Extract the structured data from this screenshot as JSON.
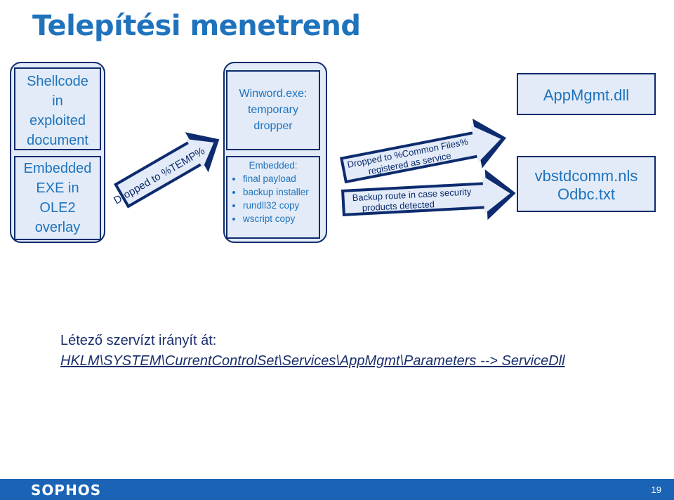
{
  "title": "Telepítési menetrend",
  "column1": {
    "top": [
      "Shellcode",
      "in",
      "exploited",
      "document"
    ],
    "bottom": [
      "Embedded",
      "EXE in",
      "OLE2",
      "overlay"
    ]
  },
  "column2": {
    "top": [
      "Winword.exe:",
      "temporary",
      "dropper"
    ],
    "bottom_heading": "Embedded:",
    "bottom_items": [
      "final payload",
      "backup installer",
      "rundll32 copy",
      "wscript copy"
    ]
  },
  "arrows": {
    "a1": "Dropped to %TEMP%",
    "a2_line1": "Dropped to %Common Files%",
    "a2_line2": "registered  as service",
    "a3_line1": "Backup route in case security",
    "a3_line2": "products detected"
  },
  "right_boxes": {
    "top": "AppMgmt.dll",
    "bottom": [
      "vbstdcomm.nls",
      "Odbc.txt"
    ]
  },
  "note": {
    "line1": "Létező szervízt irányít át:",
    "line2": "HKLM\\SYSTEM\\CurrentControlSet\\Services\\AppMgmt\\Parameters --> ServiceDll"
  },
  "footer": {
    "brand": "SOPHOS",
    "page": "19"
  },
  "colors": {
    "accent": "#1f73bd",
    "box_fill": "#e2ebf7",
    "box_border": "#0d2b6e",
    "arrow_fill": "#0d2b6e",
    "footer": "#1b64b5"
  }
}
